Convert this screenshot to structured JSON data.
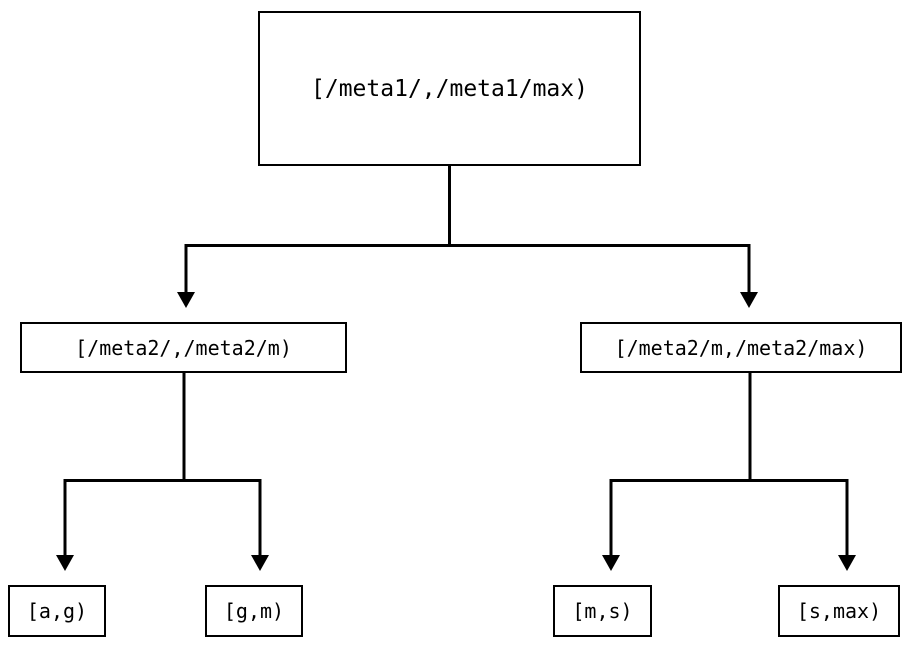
{
  "diagram": {
    "type": "tree",
    "title": "",
    "orientation": "top-down",
    "background_color": "#ffffff",
    "stroke_color": "#000000",
    "text_color": "#000000",
    "edge_style": "orthogonal-elbow-with-arrowhead",
    "arrowhead_icon": "triangle-down-icon",
    "levels": 3,
    "nodes": {
      "root": {
        "id": "root",
        "label": "[/meta1/,/meta1/max)"
      },
      "mid_left": {
        "id": "mid-left",
        "label": "[/meta2/,/meta2/m)"
      },
      "mid_right": {
        "id": "mid-right",
        "label": "[/meta2/m,/meta2/max)"
      },
      "leaf_ag": {
        "id": "leaf-ag",
        "label": "[a,g)"
      },
      "leaf_gm": {
        "id": "leaf-gm",
        "label": "[g,m)"
      },
      "leaf_ms": {
        "id": "leaf-ms",
        "label": "[m,s)"
      },
      "leaf_smax": {
        "id": "leaf-smax",
        "label": "[s,max)"
      }
    },
    "edges": [
      {
        "from": "root",
        "to": "mid_left"
      },
      {
        "from": "root",
        "to": "mid_right"
      },
      {
        "from": "mid_left",
        "to": "leaf_ag"
      },
      {
        "from": "mid_left",
        "to": "leaf_gm"
      },
      {
        "from": "mid_right",
        "to": "leaf_ms"
      },
      {
        "from": "mid_right",
        "to": "leaf_smax"
      }
    ]
  }
}
